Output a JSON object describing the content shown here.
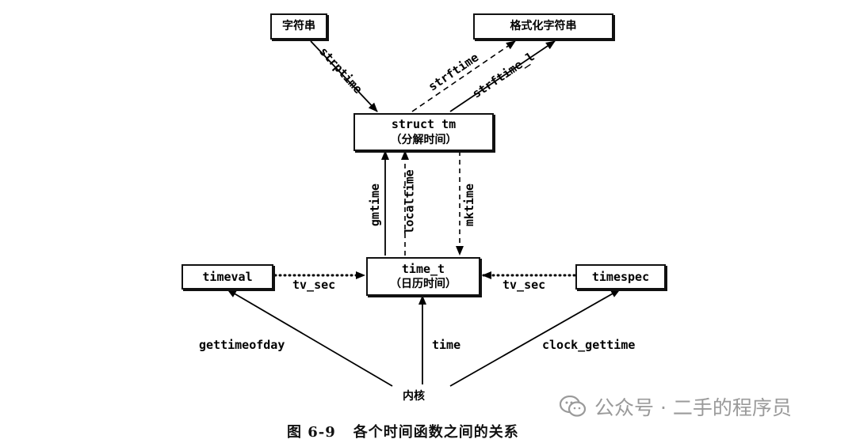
{
  "nodes": {
    "string": "字符串",
    "formatted_string": "格式化字符串",
    "struct_tm": {
      "line1": "struct tm",
      "line2": "（分解时间）"
    },
    "time_t": {
      "line1": "time_t",
      "line2": "（日历时间）"
    },
    "timeval": "timeval",
    "timespec": "timespec",
    "kernel": "内核"
  },
  "edges": {
    "strptime": "strptime",
    "strftime": "strftime",
    "strftime_l": "strftime_l",
    "gmtime": "gmtime",
    "localtime": "localtime",
    "mktime": "mktime",
    "tv_sec_left": "tv_sec",
    "tv_sec_right": "tv_sec",
    "gettimeofday": "gettimeofday",
    "time": "time",
    "clock_gettime": "clock_gettime"
  },
  "caption": {
    "figure": "图 6-9",
    "text": "各个时间函数之间的关系"
  },
  "watermark": "公众号 · 二手的程序员"
}
